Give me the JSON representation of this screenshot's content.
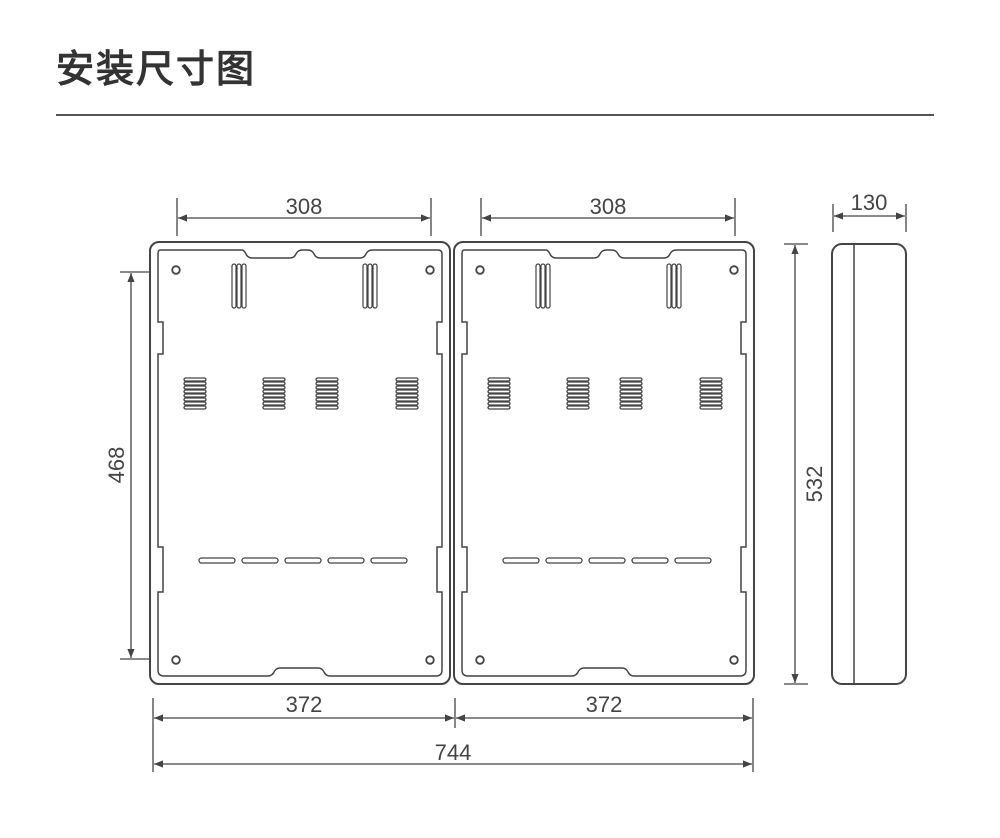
{
  "title": "安装尺寸图",
  "dimensions": {
    "top_width_left": "308",
    "top_width_right": "308",
    "depth": "130",
    "inner_height": "468",
    "total_height": "532",
    "bottom_width_left": "372",
    "bottom_width_right": "372",
    "total_width": "744"
  },
  "colors": {
    "line": "#444444",
    "title": "#333333"
  }
}
